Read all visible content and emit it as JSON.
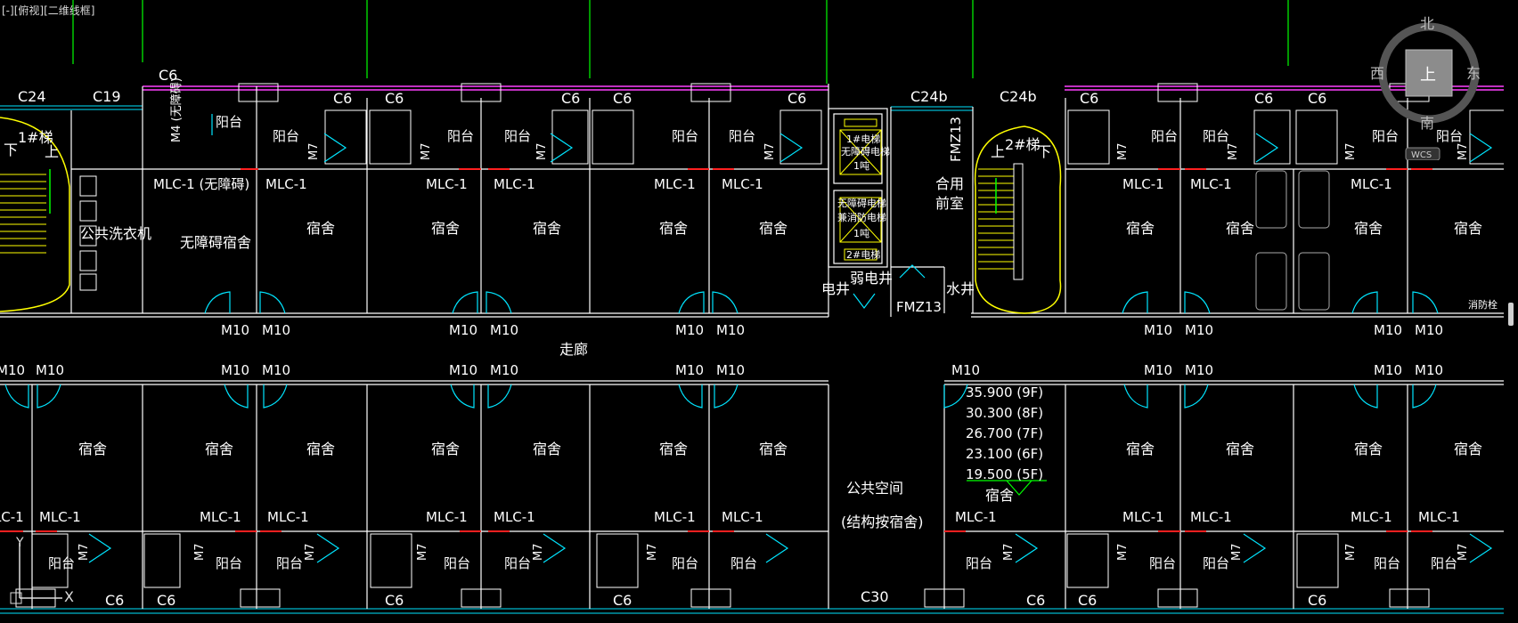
{
  "viewport_label": {
    "view_menu": "[-]",
    "view_name": "[俯视]",
    "visual_style": "[二维线框]"
  },
  "viewcube": {
    "north": "北",
    "south": "南",
    "east": "东",
    "west": "西",
    "face": "上",
    "wcs": "WCS"
  },
  "ucs": {
    "y": "Y",
    "x": "X"
  },
  "colors": {
    "wall": "#ffffff",
    "door": "#00e5ff",
    "window_line": "#ff40ff",
    "grid_axis": "#00ff00",
    "stair": "#ffff00",
    "level_mark": "#00ff00",
    "door_red": "#ff2020"
  },
  "window_tags": {
    "c24": "C24",
    "c19": "C19",
    "c6": "C6",
    "c24b": "C24b",
    "c30": "C30"
  },
  "door_tags": {
    "m10": "M10",
    "m7": "M7",
    "mlc1": "MLC-1",
    "mlc1_accessible": "MLC-1 (无障碍)",
    "m4": "M4 (无障碍)",
    "fmz13": "FMZ13"
  },
  "rooms": {
    "dorm": "宿舍",
    "balcony": "阳台",
    "accessible_dorm": "无障碍宿舍",
    "laundry": "公共洗衣机",
    "corridor": "走廊",
    "public_space": "公共空间",
    "public_space_note": "(结构按宿舍)",
    "shared_lobby_1": "合用",
    "shared_lobby_2": "前室",
    "electric_shaft": "电井",
    "weak_shaft": "弱电井",
    "water_shaft": "水井",
    "stair1": "1#梯",
    "stair2": "2#梯",
    "down": "下",
    "up": "上",
    "elevator1_1": "1#电梯",
    "elevator1_2": "无障碍电梯",
    "elevator2_1": "无障碍电梯",
    "elevator2_2": "兼消防电梯",
    "elevator_2": "2#电梯",
    "elevator_load": "1吨",
    "fire_hydrant": "消防栓"
  },
  "levels": [
    "35.900 (9F)",
    "30.300 (8F)",
    "26.700 (7F)",
    "23.100 (6F)",
    "19.500 (5F)"
  ]
}
